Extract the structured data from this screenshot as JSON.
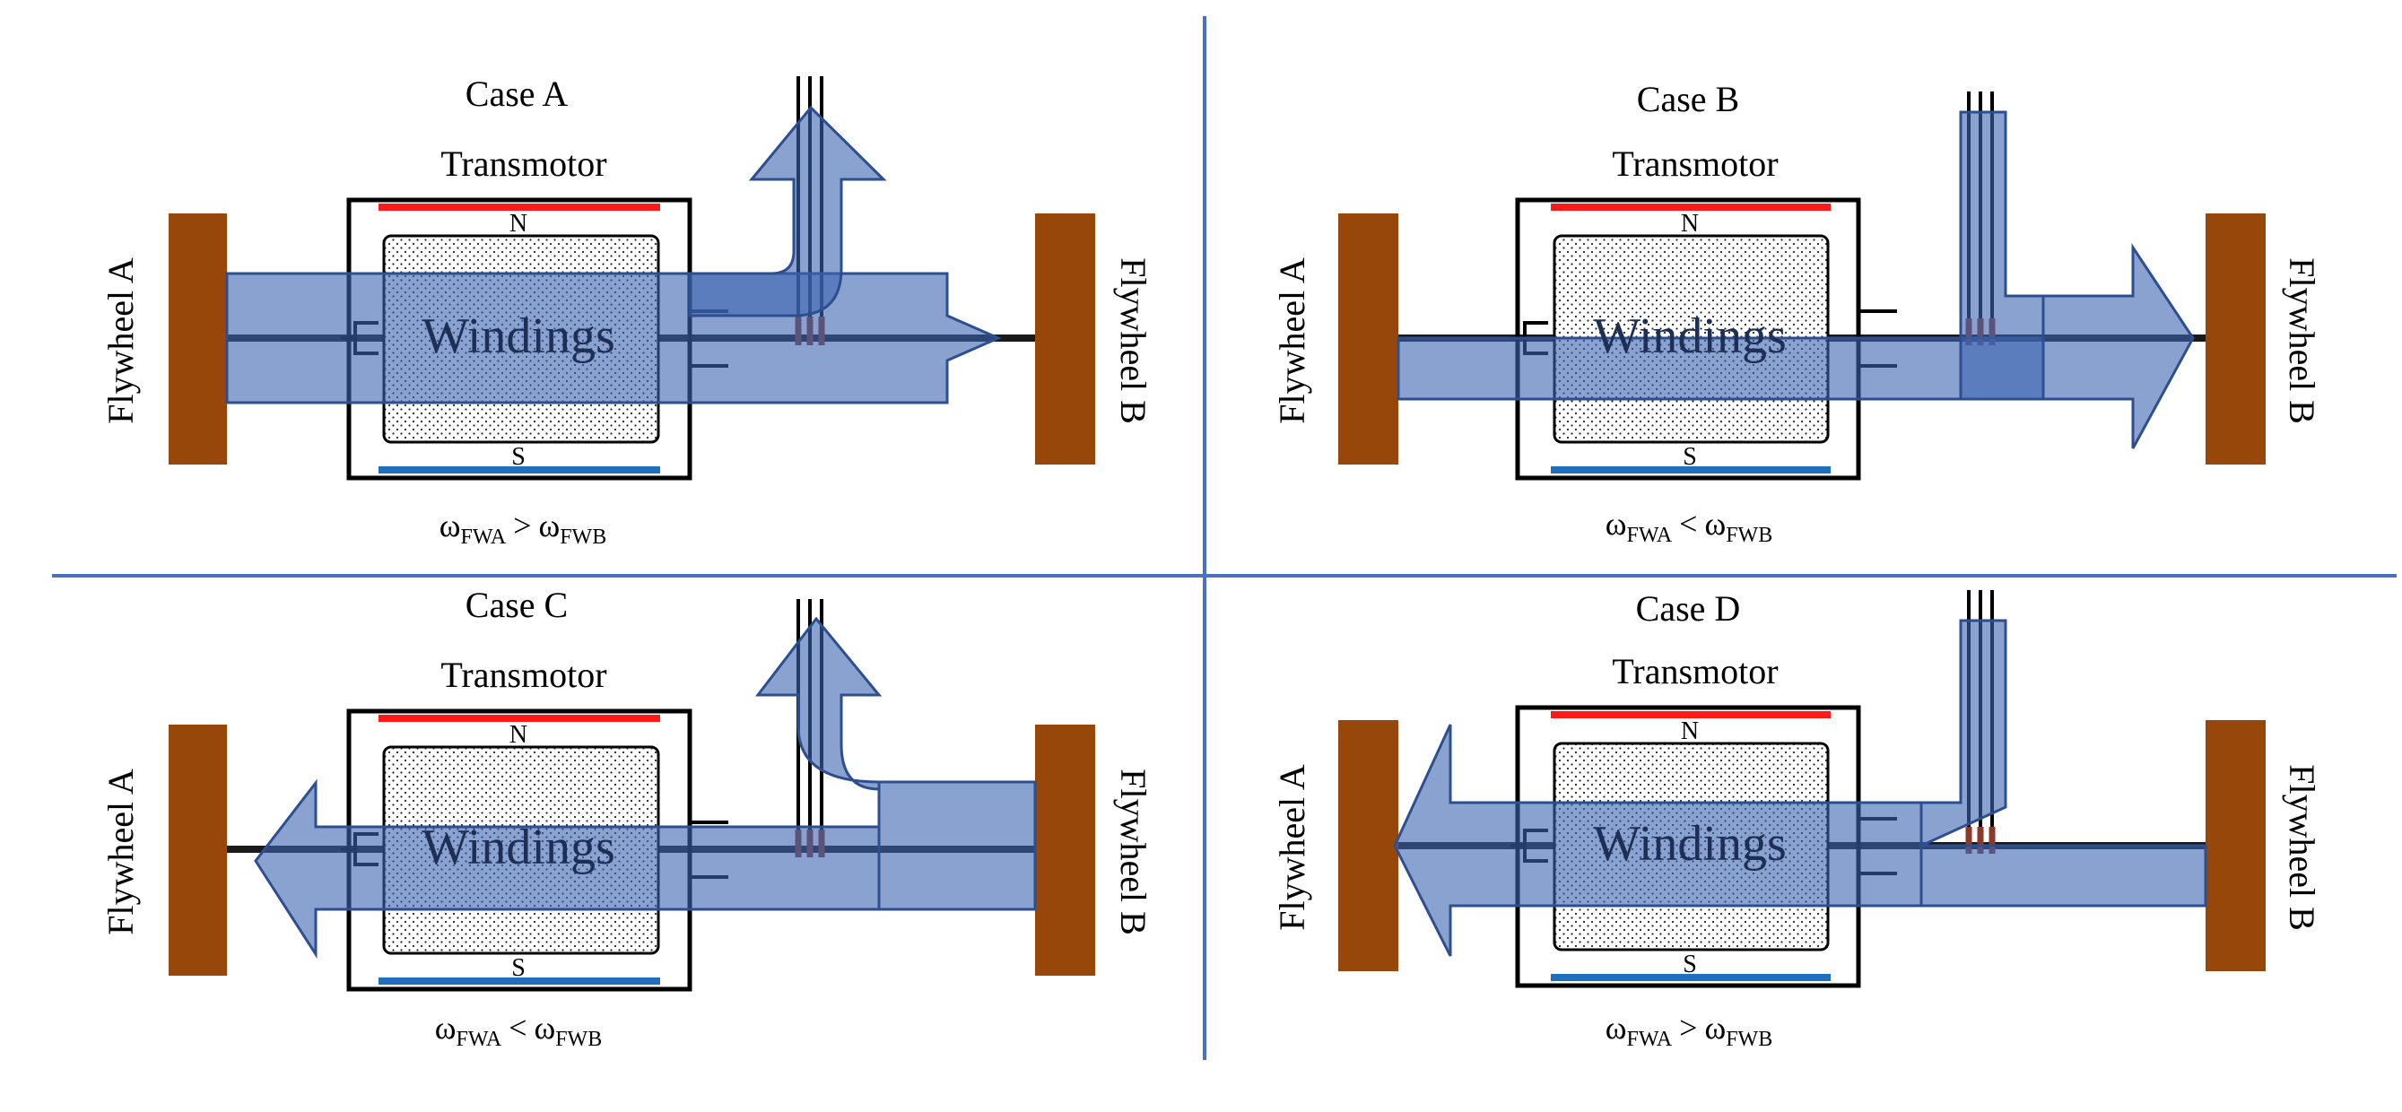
{
  "colors": {
    "flywheel": "#974709",
    "magnet_n": "#ff1a1a",
    "magnet_s": "#1f6fbf",
    "flow_fill": "#3c64b0",
    "flow_stroke": "#2e4f8f",
    "divider": "#4a72c0",
    "shaft": "#1a1a1a",
    "text": "#000000",
    "windings_text": "#1d2f55"
  },
  "labels": {
    "transmotor": "Transmotor",
    "windings": "Windings",
    "north": "N",
    "south": "S",
    "flywheel_a": "Flywheel A",
    "flywheel_b": "Flywheel B",
    "omega": "ω",
    "sub_a": "FWA",
    "sub_b": "FWB"
  },
  "cases": [
    {
      "id": "A",
      "title": "Case A",
      "relation": ">",
      "power_flow": "A-to-B",
      "grid": "export"
    },
    {
      "id": "B",
      "title": "Case B",
      "relation": "<",
      "power_flow": "A-to-B",
      "grid": "import"
    },
    {
      "id": "C",
      "title": "Case C",
      "relation": "<",
      "power_flow": "B-to-A",
      "grid": "export"
    },
    {
      "id": "D",
      "title": "Case D",
      "relation": ">",
      "power_flow": "B-to-A",
      "grid": "import"
    }
  ]
}
